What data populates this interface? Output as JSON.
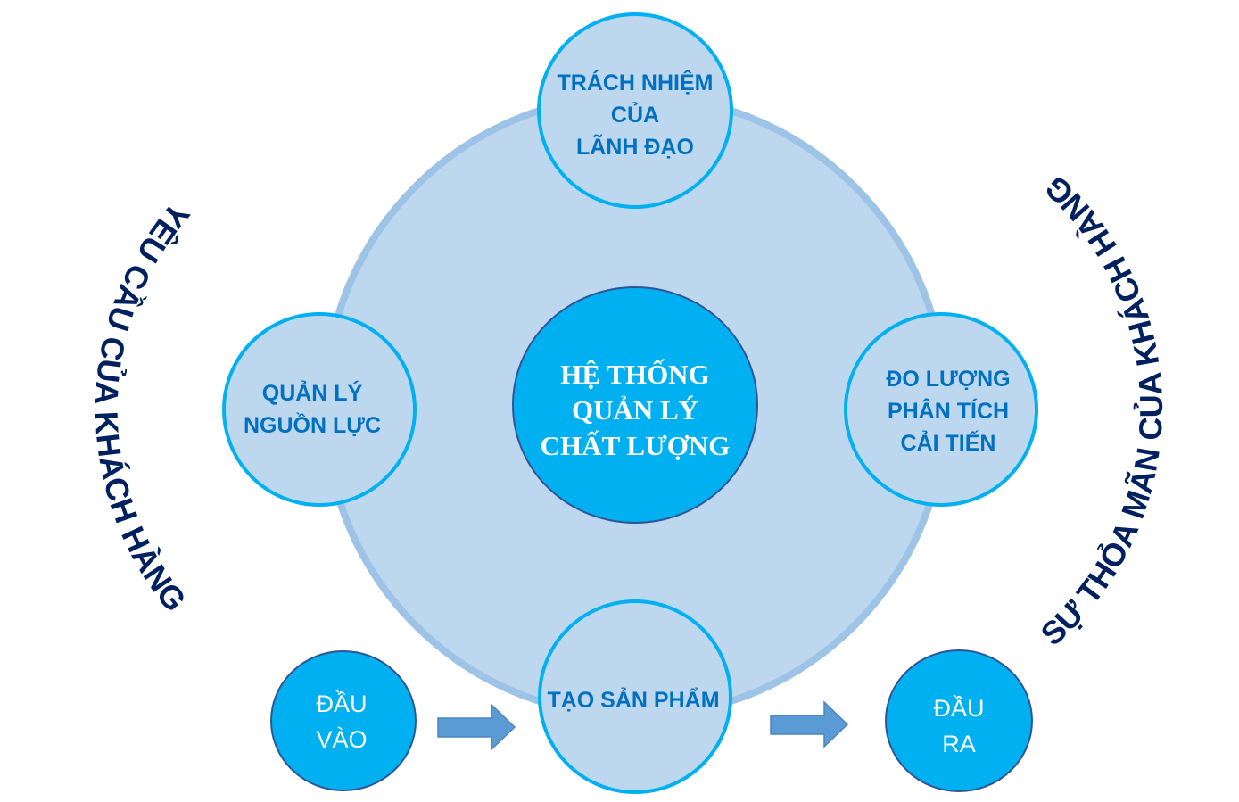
{
  "center": {
    "lines": [
      "HỆ THỐNG",
      "QUẢN LÝ",
      "CHẤT LƯỢNG"
    ]
  },
  "nodes": {
    "top": {
      "lines": [
        "TRÁCH NHIỆM",
        "CỦA",
        "LÃNH ĐẠO"
      ]
    },
    "left": {
      "lines": [
        "QUẢN LÝ",
        "NGUỒN LỰC"
      ]
    },
    "right": {
      "lines": [
        "ĐO LƯỢNG",
        "PHÂN TÍCH",
        "CẢI TIẾN"
      ]
    },
    "bottom": {
      "lines": [
        "TẠO SẢN PHẨM"
      ]
    }
  },
  "input": {
    "lines": [
      "ĐẦU",
      "VÀO"
    ]
  },
  "output": {
    "lines": [
      "ĐẦU",
      "RA"
    ]
  },
  "left_arc_label": "YÊU CẦU CỦA KHÁCH HÀNG",
  "right_arc_label": "SỰ THỎA MÃN CỦA KHÁCH HÀNG",
  "colors": {
    "light_fill": "#BDD7EE",
    "ring": "#9DC3E6",
    "accent": "#00B0F0",
    "text_blue": "#0070C0",
    "dark_navy": "#002060",
    "arrow": "#5B9BD5"
  }
}
